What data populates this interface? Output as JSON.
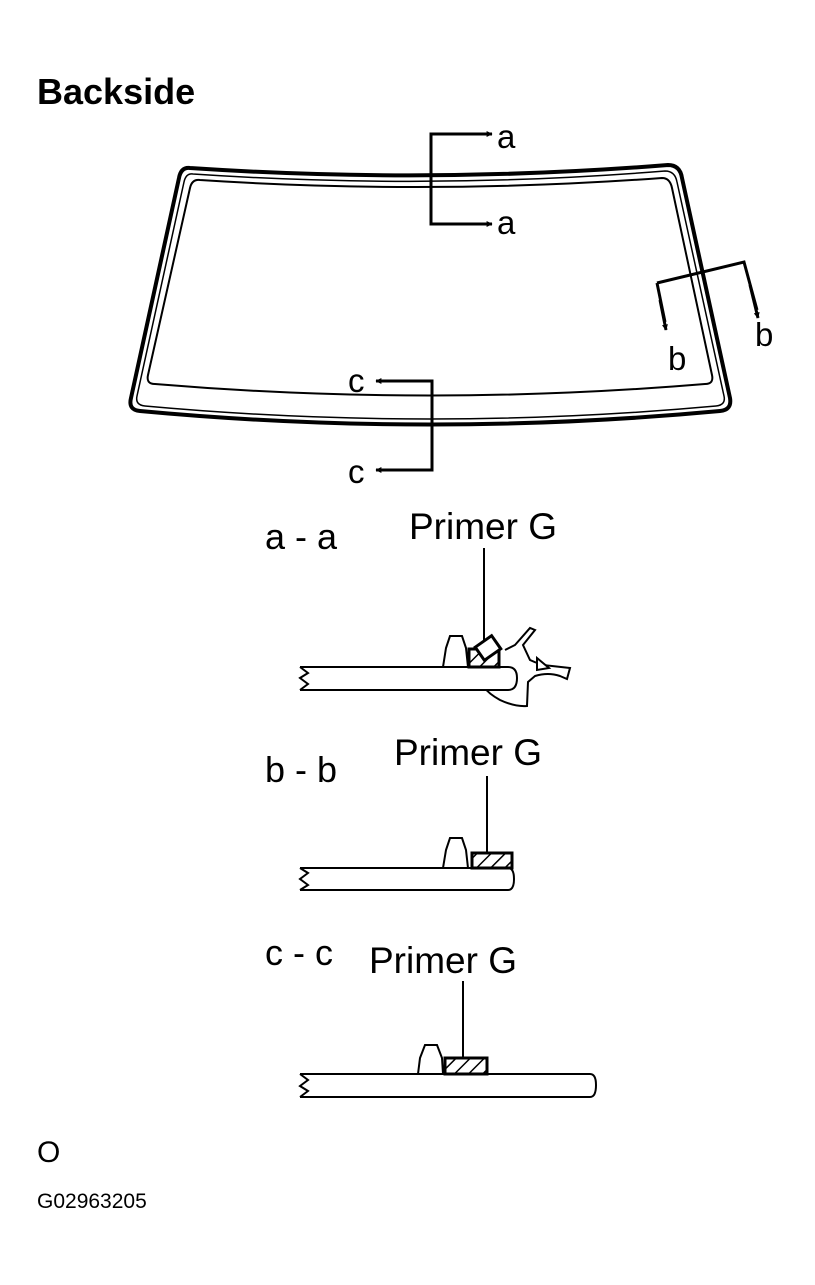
{
  "title": "Backside",
  "windshield": {
    "section_markers": [
      {
        "id": "a",
        "labels": [
          "a",
          "a"
        ],
        "position": "top-center"
      },
      {
        "id": "b",
        "labels": [
          "b",
          "b"
        ],
        "position": "right-side"
      },
      {
        "id": "c",
        "labels": [
          "c",
          "c"
        ],
        "position": "bottom-center"
      }
    ]
  },
  "sections": [
    {
      "label": "a - a",
      "callout": "Primer G"
    },
    {
      "label": "b - b",
      "callout": "Primer G"
    },
    {
      "label": "c - c",
      "callout": "Primer G"
    }
  ],
  "footer": {
    "note_symbol": "O",
    "figure_code": "G02963205"
  },
  "colors": {
    "line": "#000000",
    "background": "#ffffff"
  }
}
